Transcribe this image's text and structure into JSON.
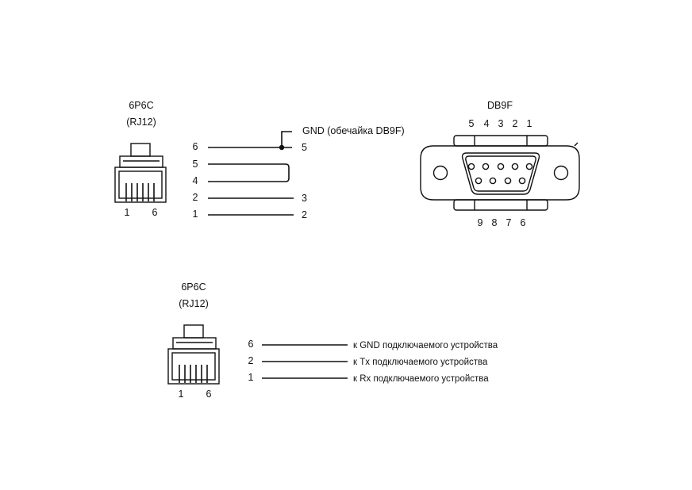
{
  "top": {
    "connector_name": "6P6C",
    "connector_alias": "(RJ12)",
    "connector_pin_first": "1",
    "connector_pin_last": "6",
    "db9_name": "DB9F",
    "gnd_note": "GND (обечайка DB9F)",
    "left_pins": [
      "6",
      "5",
      "4",
      "2",
      "1"
    ],
    "right_pins": [
      "5",
      "3",
      "2"
    ],
    "db9_top_row": [
      "5",
      "4",
      "3",
      "2",
      "1"
    ],
    "db9_bottom_row": [
      "9",
      "8",
      "7",
      "6"
    ]
  },
  "bottom": {
    "connector_name": "6P6C",
    "connector_alias": "(RJ12)",
    "connector_pin_first": "1",
    "connector_pin_last": "6",
    "wires": [
      {
        "pin": "6",
        "label": "к GND подключаемого устройства"
      },
      {
        "pin": "2",
        "label": "к Tx подключаемого устройства"
      },
      {
        "pin": "1",
        "label": "к Rx подключаемого устройства"
      }
    ]
  }
}
